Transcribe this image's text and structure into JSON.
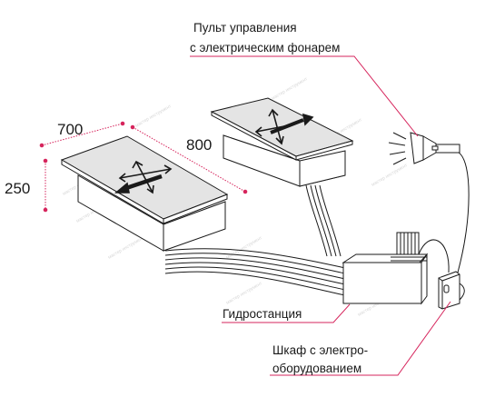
{
  "dimensions": {
    "width": "700",
    "length": "800",
    "height": "250"
  },
  "labels": {
    "control_panel_line1": "Пульт управления",
    "control_panel_line2": "с электрическим фонарем",
    "hydrostation": "Гидростанция",
    "cabinet_line1": "Шкаф с электро-",
    "cabinet_line2": "оборудованием"
  },
  "colors": {
    "accent": "#d6245c",
    "platform_top": "#e4e4e4",
    "outline": "#1a1a1a"
  },
  "icons": [
    "arrows-cross-icon",
    "lamp-icon",
    "hydraulic-hoses"
  ]
}
